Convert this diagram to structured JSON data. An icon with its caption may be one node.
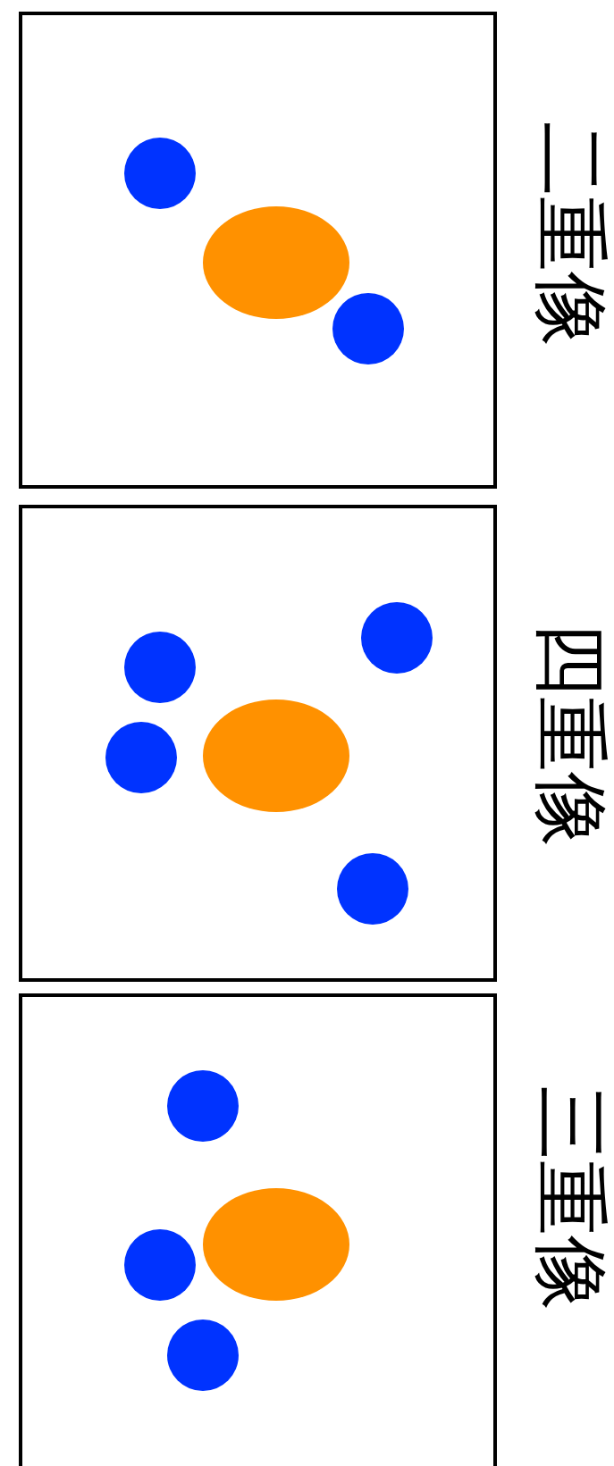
{
  "diagram": {
    "nodes": [
      {
        "text": [],
        "shape": "box",
        "beside": [
          "二重像"
        ]
      },
      {
        "text": [],
        "shape": "box",
        "beside": [
          "四重像"
        ]
      },
      {
        "text": [],
        "shape": "box",
        "beside": [
          "三重像"
        ]
      }
    ]
  }
}
